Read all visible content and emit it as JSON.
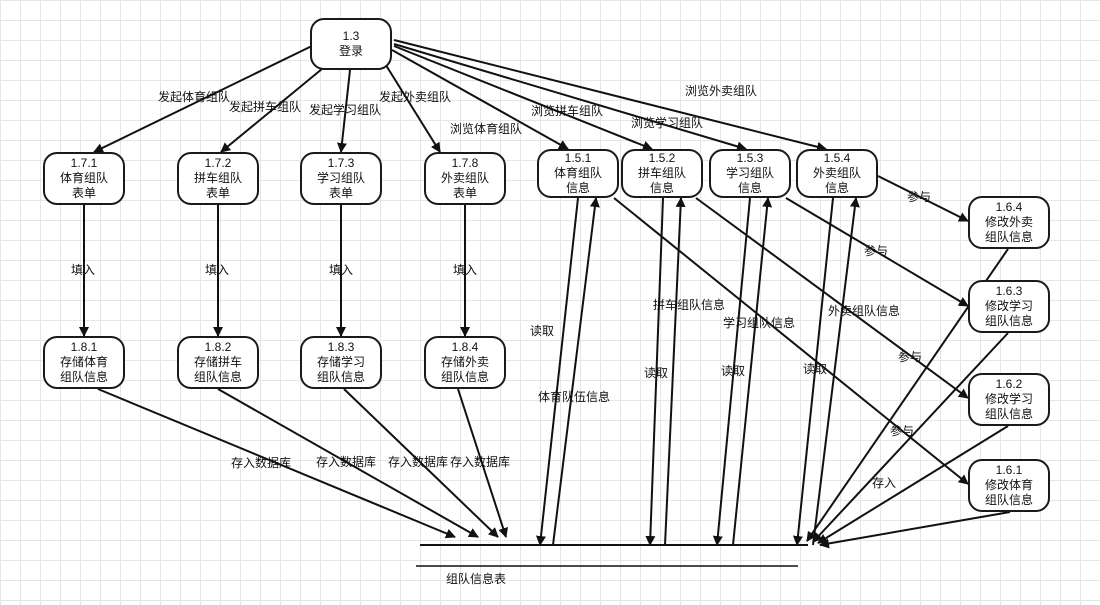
{
  "nodes": {
    "login": {
      "id": "1.3",
      "lines": [
        "登录"
      ]
    },
    "n171": {
      "id": "1.7.1",
      "lines": [
        "体育组队",
        "表单"
      ]
    },
    "n172": {
      "id": "1.7.2",
      "lines": [
        "拼车组队",
        "表单"
      ]
    },
    "n173": {
      "id": "1.7.3",
      "lines": [
        "学习组队",
        "表单"
      ]
    },
    "n178": {
      "id": "1.7.8",
      "lines": [
        "外卖组队",
        "表单"
      ]
    },
    "n151": {
      "id": "1.5.1",
      "lines": [
        "体育组队",
        "信息"
      ]
    },
    "n152": {
      "id": "1.5.2",
      "lines": [
        "拼车组队",
        "信息"
      ]
    },
    "n153": {
      "id": "1.5.3",
      "lines": [
        "学习组队",
        "信息"
      ]
    },
    "n154": {
      "id": "1.5.4",
      "lines": [
        "外卖组队",
        "信息"
      ]
    },
    "n181": {
      "id": "1.8.1",
      "lines": [
        "存储体育",
        "组队信息"
      ]
    },
    "n182": {
      "id": "1.8.2",
      "lines": [
        "存储拼车",
        "组队信息"
      ]
    },
    "n183": {
      "id": "1.8.3",
      "lines": [
        "存储学习",
        "组队信息"
      ]
    },
    "n184": {
      "id": "1.8.4",
      "lines": [
        "存储外卖",
        "组队信息"
      ]
    },
    "n164": {
      "id": "1.6.4",
      "lines": [
        "修改外卖",
        "组队信息"
      ]
    },
    "n163": {
      "id": "1.6.3",
      "lines": [
        "修改学习",
        "组队信息"
      ]
    },
    "n162": {
      "id": "1.6.2",
      "lines": [
        "修改学习",
        "组队信息"
      ]
    },
    "n161": {
      "id": "1.6.1",
      "lines": [
        "修改体育",
        "组队信息"
      ]
    }
  },
  "edge_labels": {
    "launch_sports": "发起体育组队",
    "launch_carpool": "发起拼车组队",
    "launch_study": "发起学习组队",
    "launch_takeout": "发起外卖组队",
    "browse_sports": "浏览体育组队",
    "browse_carpool": "浏览拼车组队",
    "browse_study": "浏览学习组队",
    "browse_takeout": "浏览外卖组队",
    "fill_1": "填入",
    "fill_2": "填入",
    "fill_3": "填入",
    "fill_4": "填入",
    "store_db_1": "存入数据库",
    "store_db_2": "存入数据库",
    "store_db_3": "存入数据库",
    "store_db_4": "存入数据库",
    "read_1": "读取",
    "read_2": "读取",
    "read_3": "读取",
    "read_4": "读取",
    "sports_team_info": "体育队伍信息",
    "carpool_team_info": "拼车组队信息",
    "study_team_info": "学习组队信息",
    "takeout_team_info": "外卖组队信息",
    "join_1": "参与",
    "join_2": "参与",
    "join_3": "参与",
    "join_4": "参与",
    "store_in": "存入"
  },
  "datastore": {
    "label": "组队信息表"
  }
}
